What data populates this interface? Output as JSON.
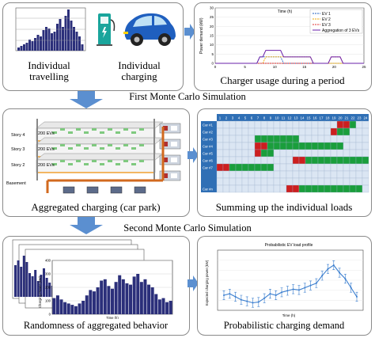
{
  "panels": {
    "individual_travelling": "Individual\ntravelling",
    "individual_charging": "Individual\ncharging",
    "charger_usage": "Charger usage during a period",
    "aggregated_charging": "Aggregated charging (car park)",
    "summing_loads": "Summing up the individual loads",
    "randomness": "Randomness of aggregated behavior",
    "probabilistic_demand": "Probabilistic charging demand"
  },
  "stages": {
    "first": "First Monte Carlo Simulation",
    "second": "Second Monte Carlo Simulation"
  },
  "power_chart": {
    "ylabel": "Power demand (kW)",
    "xlabel": "Time (h)",
    "x_ticks": [
      "0",
      "5",
      "10",
      "15",
      "20",
      "25"
    ],
    "y_ticks": [
      "0",
      "5",
      "10",
      "15",
      "20",
      "25",
      "30"
    ],
    "legend": [
      "EV 1",
      "EV 2",
      "EV 3",
      "Aggregation of 3 EVs"
    ],
    "colors": [
      "#1f5fbf",
      "#f2a900",
      "#e03030",
      "#6a1fa8"
    ]
  },
  "car_park": {
    "stories": [
      "Story 4",
      "Story 3",
      "Story 2",
      "Basement"
    ],
    "ev_counts": [
      "200 EVs",
      "200 EVs",
      "200 EVs"
    ]
  },
  "load_grid": {
    "hours": [
      "1",
      "2",
      "3",
      "4",
      "5",
      "6",
      "7",
      "8",
      "9",
      "10",
      "11",
      "12",
      "13",
      "14",
      "15",
      "16",
      "17",
      "18",
      "19",
      "20",
      "21",
      "22",
      "23",
      "24"
    ],
    "cars": [
      "Car #1",
      "Car #2",
      "Car #3",
      "Car #4",
      "Car #5",
      "Car #6",
      "Car #7",
      "",
      "",
      "Car #n"
    ],
    "colors": {
      "arrive": "#cc1f1f",
      "charge": "#1a9e3c",
      "empty": "#dbe6f3",
      "header": "#2f6fb5"
    }
  },
  "random_chart": {
    "ylabel": "Charging Power (kW)",
    "xlabel": "Time (h)",
    "front_y_ticks": [
      "0",
      "100",
      "200",
      "300",
      "400"
    ]
  },
  "prob_chart": {
    "title": "Probabilistic EV load profile",
    "ylabel": "Expected charging power (kW)",
    "xlabel": "Time (h)"
  },
  "chart_data": [
    {
      "type": "line",
      "title": "",
      "xlabel": "Time (h)",
      "ylabel": "Power demand (kW)",
      "xlim": [
        0,
        25
      ],
      "ylim": [
        0,
        30
      ],
      "series": [
        {
          "name": "EV 1",
          "x": [
            0,
            7,
            7.5,
            11,
            11.5,
            25
          ],
          "y": [
            0,
            0,
            3.5,
            3.5,
            0,
            0
          ]
        },
        {
          "name": "EV 2",
          "x": [
            0,
            8,
            8.5,
            16,
            16.5,
            25
          ],
          "y": [
            0,
            0,
            3.5,
            3.5,
            0,
            0
          ]
        },
        {
          "name": "EV 3",
          "x": [
            0,
            19,
            19.5,
            21,
            21.5,
            25
          ],
          "y": [
            0,
            0,
            3.5,
            3.5,
            0,
            0
          ]
        },
        {
          "name": "Aggregation of 3 EVs",
          "x": [
            0,
            7,
            7.5,
            8,
            8.5,
            11,
            11.5,
            16,
            16.5,
            19,
            19.5,
            21,
            21.5,
            25
          ],
          "y": [
            0,
            0,
            3.5,
            3.5,
            7,
            7,
            3.5,
            3.5,
            0,
            0,
            3.5,
            3.5,
            0,
            0
          ]
        }
      ]
    },
    {
      "type": "line",
      "title": "Probabilistic EV load profile",
      "xlabel": "Time (h)",
      "ylabel": "Expected charging power (kW)",
      "x": [
        1,
        2,
        3,
        4,
        5,
        6,
        7,
        8,
        9,
        10,
        11,
        12,
        13,
        14,
        15,
        16,
        17,
        18,
        19,
        20,
        21,
        22,
        23,
        24
      ],
      "values": [
        20,
        22,
        18,
        14,
        12,
        10,
        11,
        16,
        22,
        20,
        24,
        26,
        28,
        27,
        30,
        33,
        36,
        46,
        55,
        60,
        50,
        42,
        30,
        18
      ]
    }
  ]
}
